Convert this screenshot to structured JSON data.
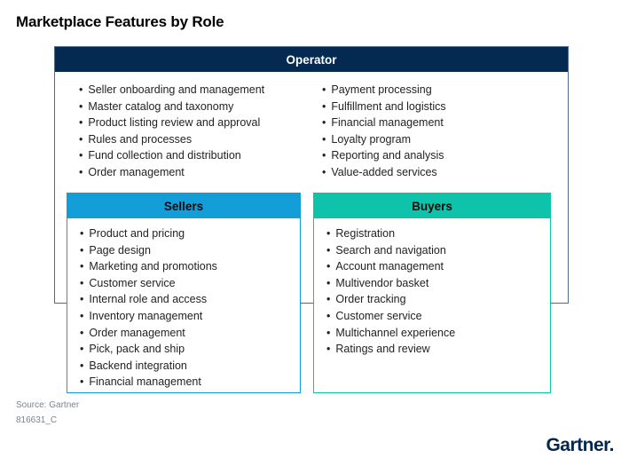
{
  "page_title": "Marketplace Features by Role",
  "colors": {
    "operator_header_navy": "#042A52",
    "operator_border": "#4E6A8E",
    "sellers_accent_blue": "#139ED8",
    "buyers_accent_teal": "#0FC3AB",
    "body_text": "#222222",
    "source_text_gray": "#7B858D",
    "logo_navy": "#04264E"
  },
  "operator": {
    "label": "Operator",
    "items_left": [
      "Seller onboarding and management",
      "Master catalog and taxonomy",
      "Product listing review and approval",
      "Rules and processes",
      "Fund collection and distribution",
      "Order management"
    ],
    "items_right": [
      "Payment processing",
      "Fulfillment and logistics",
      "Financial management",
      "Loyalty program",
      "Reporting and analysis",
      "Value-added services"
    ]
  },
  "sellers": {
    "label": "Sellers",
    "items": [
      "Product and pricing",
      "Page design",
      "Marketing and promotions",
      "Customer service",
      "Internal role and access",
      "Inventory management",
      "Order management",
      "Pick, pack and ship",
      "Backend integration",
      "Financial management"
    ]
  },
  "buyers": {
    "label": "Buyers",
    "items": [
      "Registration",
      "Search and navigation",
      "Account management",
      "Multivendor basket",
      "Order tracking",
      "Customer service",
      "Multichannel experience",
      "Ratings and review"
    ]
  },
  "footer": {
    "source": "Source: Gartner",
    "doc_id": "816631_C"
  },
  "logo": {
    "text": "Gartner."
  }
}
